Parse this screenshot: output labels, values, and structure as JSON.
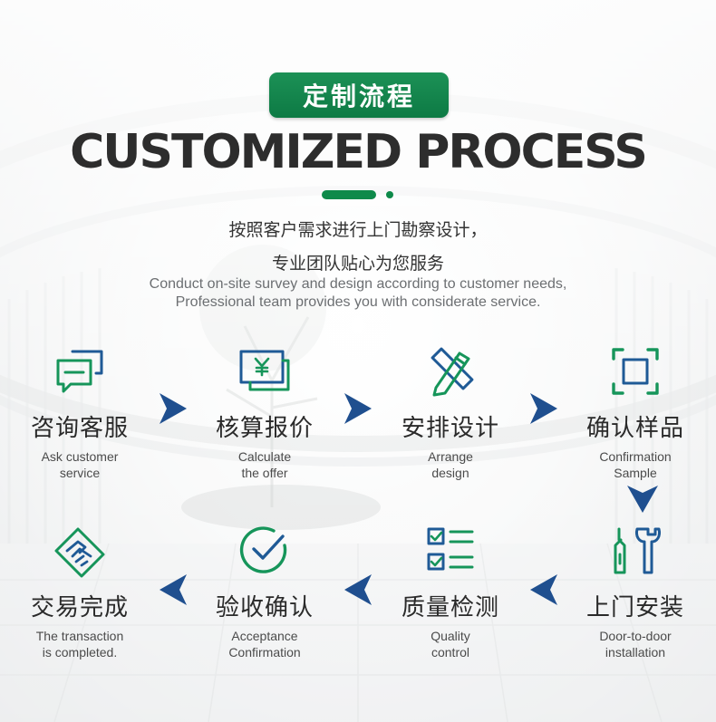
{
  "header": {
    "badge": "定制流程",
    "title": "CUSTOMIZED PROCESS",
    "subtitle_cn_1": "按照客户需求进行上门勘察设计，",
    "subtitle_cn_2": "专业团队贴心为您服务",
    "subtitle_en_1": "Conduct on-site survey and design according to customer needs,",
    "subtitle_en_2": "Professional team provides you with considerate service."
  },
  "colors": {
    "accent": "#0e8a4a",
    "arrow": "#1f4f8f",
    "badge": "#128a4d"
  },
  "steps": [
    {
      "cn": "咨询客服",
      "en1": "Ask customer",
      "en2": "service",
      "icon": "chat-bubbles-icon"
    },
    {
      "cn": "核算报价",
      "en1": "Calculate",
      "en2": "the offer",
      "icon": "yen-banknote-icon"
    },
    {
      "cn": "安排设计",
      "en1": "Arrange",
      "en2": "design",
      "icon": "pencil-ruler-icon"
    },
    {
      "cn": "确认样品",
      "en1": "Confirmation",
      "en2": "Sample",
      "icon": "scan-frame-icon"
    },
    {
      "cn": "上门安装",
      "en1": "Door-to-door",
      "en2": "installation",
      "icon": "tools-icon"
    },
    {
      "cn": "质量检测",
      "en1": "Quality",
      "en2": "control",
      "icon": "checklist-icon"
    },
    {
      "cn": "验收确认",
      "en1": "Acceptance",
      "en2": "Confirmation",
      "icon": "check-circle-icon"
    },
    {
      "cn": "交易完成",
      "en1": "The transaction",
      "en2": "is completed.",
      "icon": "handshake-icon"
    }
  ]
}
